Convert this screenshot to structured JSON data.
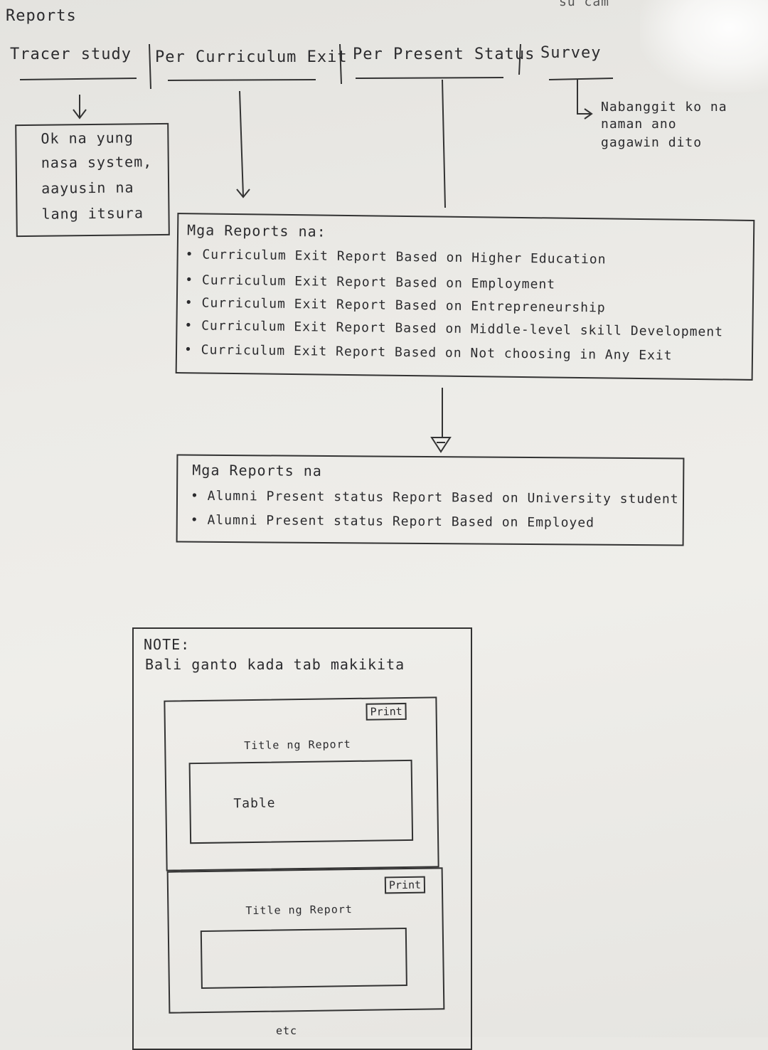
{
  "heading": "Reports",
  "top_scribble": "su  cam",
  "tabs": [
    {
      "label": "Tracer study"
    },
    {
      "label": "Per Curriculum Exit"
    },
    {
      "label": "Per Present Status"
    },
    {
      "label": "Survey"
    }
  ],
  "tracer_note": [
    "Ok na yung",
    "nasa system,",
    "aayusin na",
    "lang itsura"
  ],
  "survey_note": [
    "Nabanggit ko na",
    "naman ano",
    "gagawin dito"
  ],
  "curriculum_reports": {
    "title": "Mga Reports na:",
    "items": [
      "Curriculum Exit Report Based on Higher Education",
      "Curriculum Exit Report Based on Employment",
      "Curriculum Exit Report Based on Entrepreneurship",
      "Curriculum Exit Report Based on Middle-level skill Development",
      "Curriculum Exit Report Based on Not choosing in Any Exit"
    ]
  },
  "status_reports": {
    "title": "Mga Reports na",
    "items": [
      "Alumni Present status Report Based on University student",
      "Alumni Present status Report Based on Employed"
    ]
  },
  "note": {
    "label": "NOTE:",
    "text": "Bali ganto kada tab makikita",
    "cards": [
      {
        "print": "Print",
        "title": "Title ng Report",
        "table": "Table"
      },
      {
        "print": "Print",
        "title": "Title ng Report",
        "table": ""
      }
    ],
    "etc": "etc"
  }
}
